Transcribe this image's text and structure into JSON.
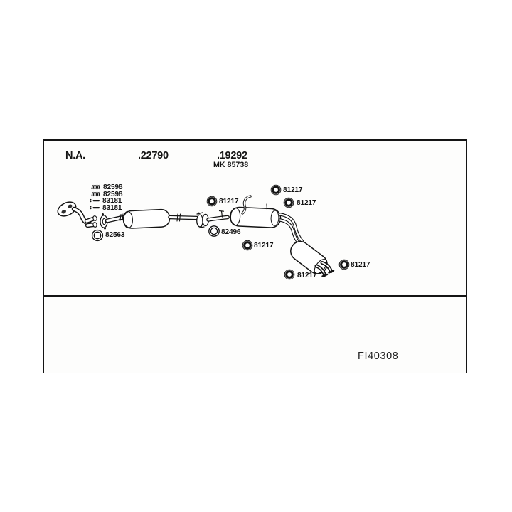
{
  "page": {
    "background": "#ffffff"
  },
  "panel": {
    "border_color": "#141414",
    "header": {
      "col_left": "N.A.",
      "col_mid": ".22790",
      "col_right": ".19292",
      "col_right_sub": "MK 85738"
    },
    "legend": {
      "items": [
        {
          "icon": "spring-icon",
          "label": "82598"
        },
        {
          "icon": "spring-icon",
          "label": "82598"
        },
        {
          "icon": "stud-icon",
          "label": "83181"
        },
        {
          "icon": "stud-icon",
          "label": "83181"
        }
      ],
      "front_gasket_label": "82563"
    },
    "part_labels": {
      "mid_gasket": "82496",
      "ring_1": "81217",
      "ring_2": "81217",
      "ring_3": "81217",
      "ring_4": "81217",
      "ring_5": "81217",
      "ring_6": "81217"
    },
    "footer_code": "FI40308"
  },
  "colors": {
    "ink": "#141414",
    "hole_fill": "#2e2e2e"
  }
}
